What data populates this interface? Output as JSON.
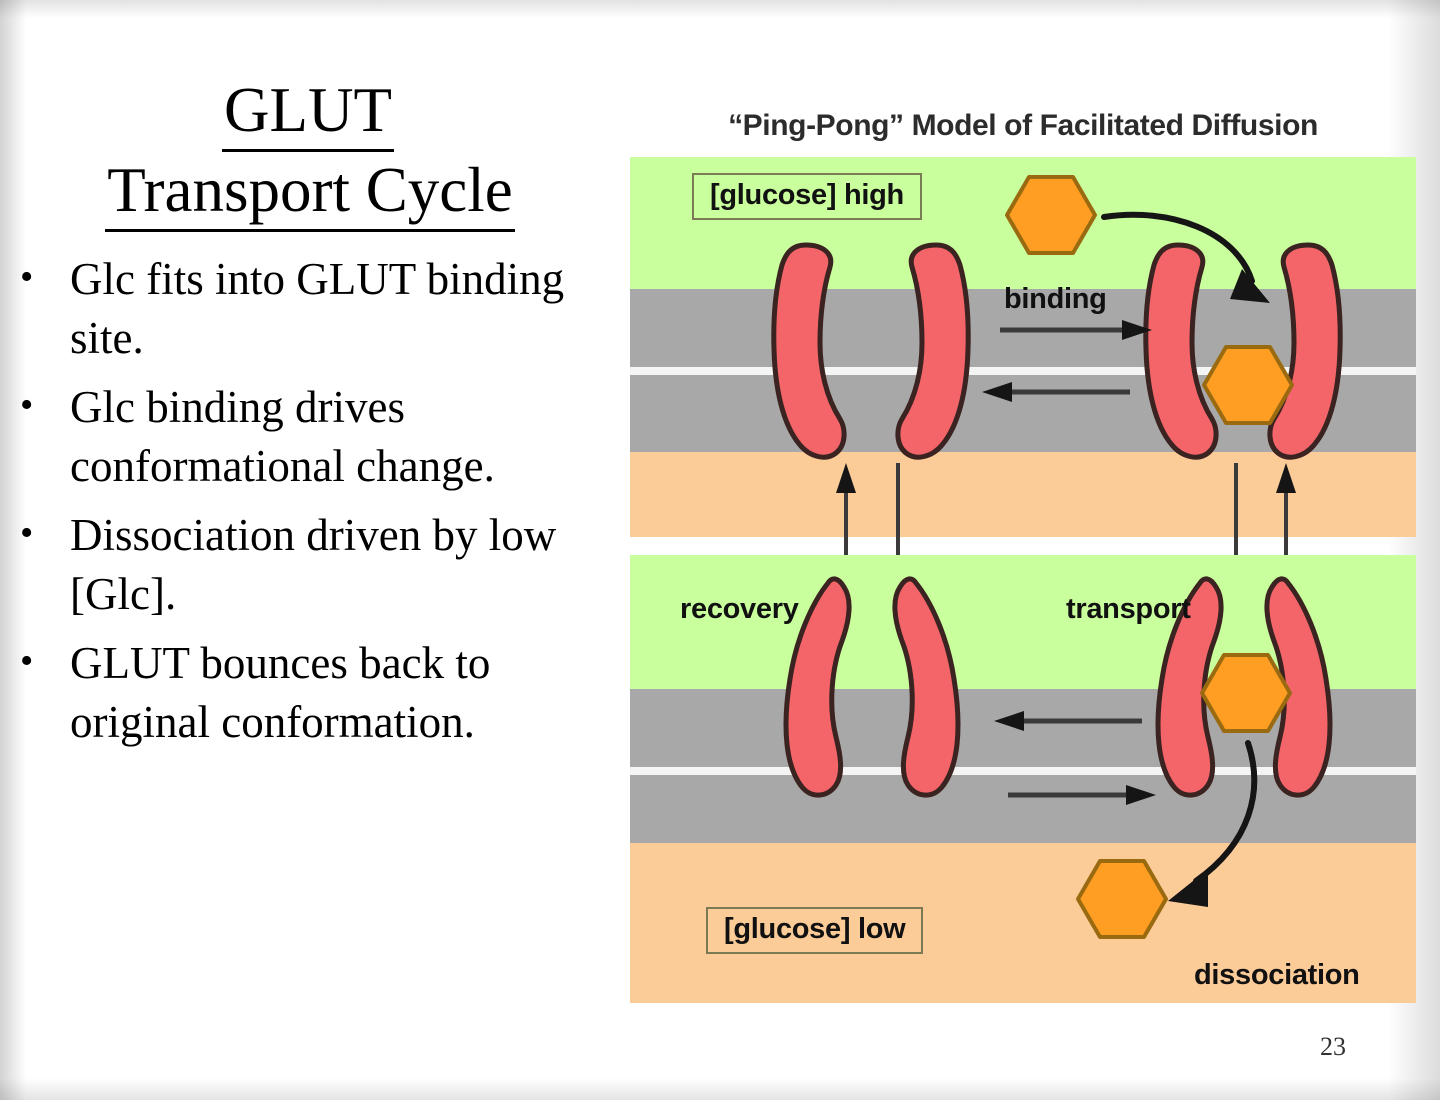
{
  "slide": {
    "page_number": "23",
    "title_line1": "GLUT",
    "title_line2": "Transport Cycle",
    "bullets": [
      "Glc fits into GLUT binding site.",
      "Glc binding drives conformational change.",
      "Dissociation driven by low [Glc].",
      "GLUT bounces back to original conformation."
    ]
  },
  "diagram": {
    "caption": "“Ping-Pong” Model of Facilitated Diffusion",
    "labels": {
      "glucose_high": "[glucose] high",
      "glucose_low": "[glucose] low",
      "binding": "binding",
      "transport": "transport",
      "recovery": "recovery",
      "dissociation": "dissociation"
    },
    "colors": {
      "extracellular": "#c9ff9c",
      "cytoplasm": "#fbcb98",
      "membrane_leaflet": "#a8a8a8",
      "membrane_midline": "#f4f4f4",
      "transporter": "#f4656a",
      "transporter_outline": "#3a2320",
      "glucose": "#ff9e23",
      "glucose_outline": "#9a6a10",
      "arrow": "#151515"
    }
  }
}
